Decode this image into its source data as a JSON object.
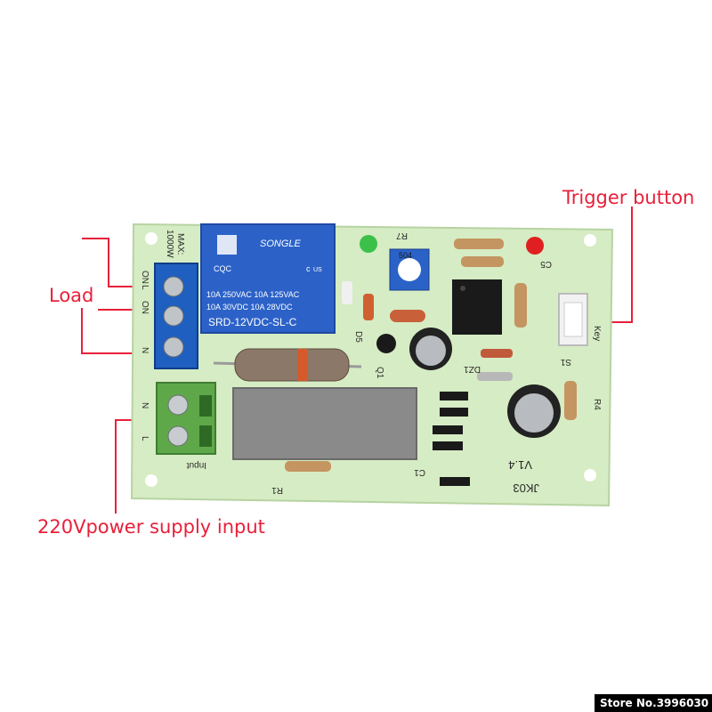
{
  "annotations": {
    "load": "Load",
    "trigger_button": "Trigger button",
    "power_input": "220Vpower supply input",
    "accent_color": "#e8203a"
  },
  "board": {
    "color": "#d6ecc4",
    "relay": {
      "brand": "SONGLE",
      "cert_left": "CQC",
      "cert_right": "c",
      "cert_us": "US",
      "rating_line1": "10A 250VAC  10A 125VAC",
      "rating_line2": "10A  30VDC  10A  28VDC",
      "model": "SRD-12VDC-SL-C",
      "color": "#2c62c8"
    },
    "silkscreen": {
      "max_rating": "MAX:",
      "max_power": "1000W",
      "load_terms": [
        "ON",
        "L",
        "ON",
        "N"
      ],
      "input_terms": [
        "N",
        "L"
      ],
      "input_label": "Input",
      "r7": "R7",
      "d5": "D5",
      "q1": "Q1",
      "dz1": "DZ1",
      "c5": "C5",
      "key": "Key",
      "s1": "S1",
      "r4": "R4",
      "c1": "C1",
      "r1": "R1",
      "version": "V1.4",
      "board_id": "JK03",
      "pot_code": "504"
    }
  },
  "store_tag": "Store No.3996030"
}
